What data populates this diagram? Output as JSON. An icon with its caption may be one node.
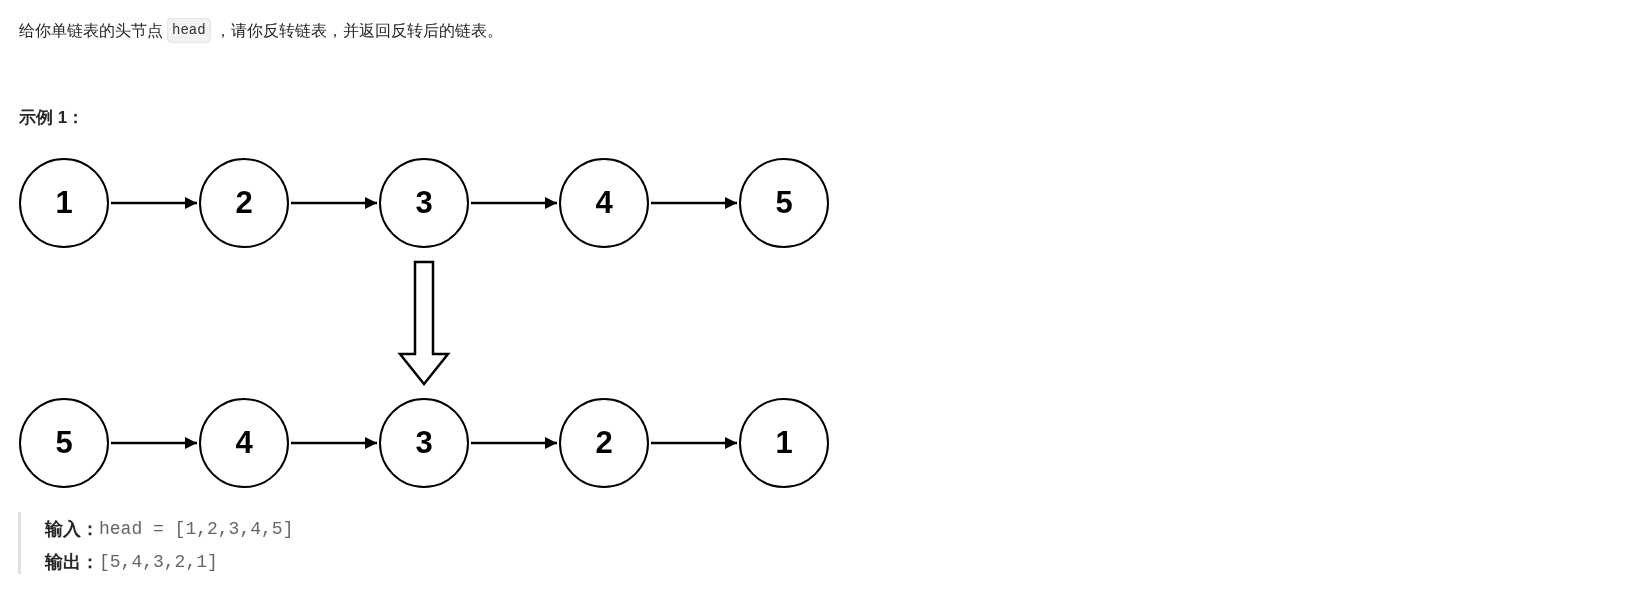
{
  "diagram": {
    "nodes": [
      {
        "text": [
          "1"
        ]
      },
      {
        "text": [
          "2"
        ]
      },
      {
        "text": [
          "3"
        ]
      },
      {
        "text": [
          "4"
        ]
      },
      {
        "text": [
          "5"
        ]
      },
      {
        "text": [
          "5"
        ]
      },
      {
        "text": [
          "4"
        ]
      },
      {
        "text": [
          "3"
        ]
      },
      {
        "text": [
          "2"
        ]
      },
      {
        "text": [
          "1"
        ]
      }
    ],
    "edges": [
      {
        "from": 0,
        "to": 1,
        "arrow": "to"
      },
      {
        "from": 1,
        "to": 2,
        "arrow": "to"
      },
      {
        "from": 2,
        "to": 3,
        "arrow": "to"
      },
      {
        "from": 3,
        "to": 4,
        "arrow": "to"
      },
      {
        "from": 5,
        "to": 6,
        "arrow": "to"
      },
      {
        "from": 6,
        "to": 7,
        "arrow": "to"
      },
      {
        "from": 7,
        "to": 8,
        "arrow": "to"
      },
      {
        "from": 8,
        "to": 9,
        "arrow": "to"
      },
      {
        "from": 2,
        "to": 7,
        "arrow": "to",
        "style": "thick"
      }
    ],
    "labels": [
      "给你单链表的头节点",
      "head",
      "，请你反转链表，并返回反转后的链表。",
      "示例 1：",
      "输入：",
      "head = [1,2,3,4,5]",
      "输出：",
      "[5,4,3,2,1]"
    ]
  }
}
